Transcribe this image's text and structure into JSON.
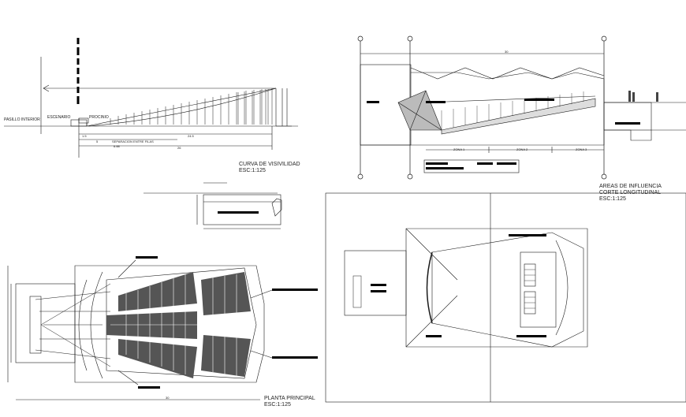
{
  "drawing": {
    "visibility_curve": {
      "title": "CURVA DE VISIVILIDAD",
      "scale": "ESC:1:125",
      "labels": {
        "aisle": "PASILLO INTERIOR",
        "stage": "ESCENARIO",
        "proscenium": "PROCINIO",
        "row_separation": "SEPARACION ENTRE FILAS",
        "dim_15": "1.5",
        "dim_5": "5",
        "dim_688": "6.88",
        "dim_245": "24.5",
        "dim_26": "26"
      }
    },
    "longitudinal_section": {
      "title": "AREAS DE INFLUENCIA",
      "subtitle": "CORTE LONGITUDINAL",
      "scale": "ESC:1:125",
      "zones": [
        "ZONA 1",
        "ZONA 2",
        "ZONA 3"
      ],
      "dim_top": "30"
    },
    "main_plan": {
      "title": "PLANTA PRINCIPAL",
      "scale": "ESC:1:125",
      "dim_bottom": "30"
    },
    "colors": {
      "line": "#1a1a1a",
      "fill": "#000000",
      "background": "#ffffff"
    }
  }
}
